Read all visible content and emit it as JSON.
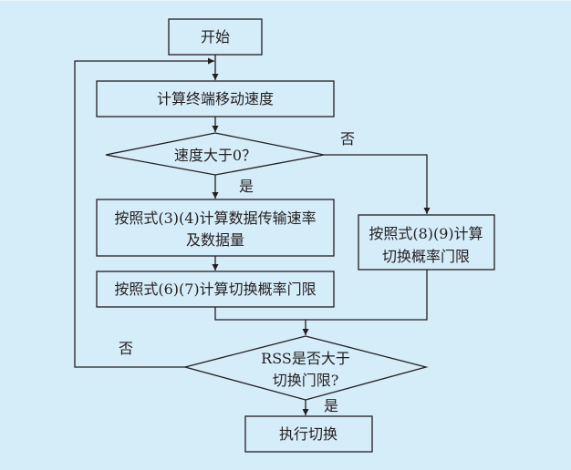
{
  "diagram": {
    "type": "flowchart",
    "colors": {
      "background": "#d5ecf9",
      "stroke": "#231f20",
      "text": "#231f20"
    },
    "nodes": {
      "start": {
        "shape": "rect",
        "lines": [
          "开始"
        ]
      },
      "calc_speed": {
        "shape": "rect",
        "lines": [
          "计算终端移动速度"
        ]
      },
      "speed_check": {
        "shape": "diamond",
        "lines": [
          "速度大于0？"
        ]
      },
      "calc_rate": {
        "shape": "rect",
        "lines": [
          "按照式(3)(4)计算数据传输速率",
          "及数据量"
        ]
      },
      "calc_prob_67": {
        "shape": "rect",
        "lines": [
          "按照式(6)(7)计算切换概率门限"
        ]
      },
      "calc_prob_89": {
        "shape": "rect",
        "lines": [
          "按照式(8)(9)计算",
          "切换概率门限"
        ]
      },
      "rss_check": {
        "shape": "diamond",
        "lines": [
          "RSS是否大于",
          "切换门限?"
        ]
      },
      "execute": {
        "shape": "rect",
        "lines": [
          "执行切换"
        ]
      }
    },
    "edge_labels": {
      "speed_no": "否",
      "speed_yes": "是",
      "rss_no": "否",
      "rss_yes": "是"
    },
    "edges": [
      {
        "from": "start",
        "to": "calc_speed"
      },
      {
        "from": "calc_speed",
        "to": "speed_check"
      },
      {
        "from": "speed_check",
        "to": "calc_rate",
        "label": "是"
      },
      {
        "from": "speed_check",
        "to": "calc_prob_89",
        "label": "否"
      },
      {
        "from": "calc_rate",
        "to": "calc_prob_67"
      },
      {
        "from": "calc_prob_67",
        "to": "rss_check"
      },
      {
        "from": "calc_prob_89",
        "to": "rss_check"
      },
      {
        "from": "rss_check",
        "to": "execute",
        "label": "是"
      },
      {
        "from": "rss_check",
        "to": "calc_speed",
        "label": "否"
      }
    ]
  }
}
